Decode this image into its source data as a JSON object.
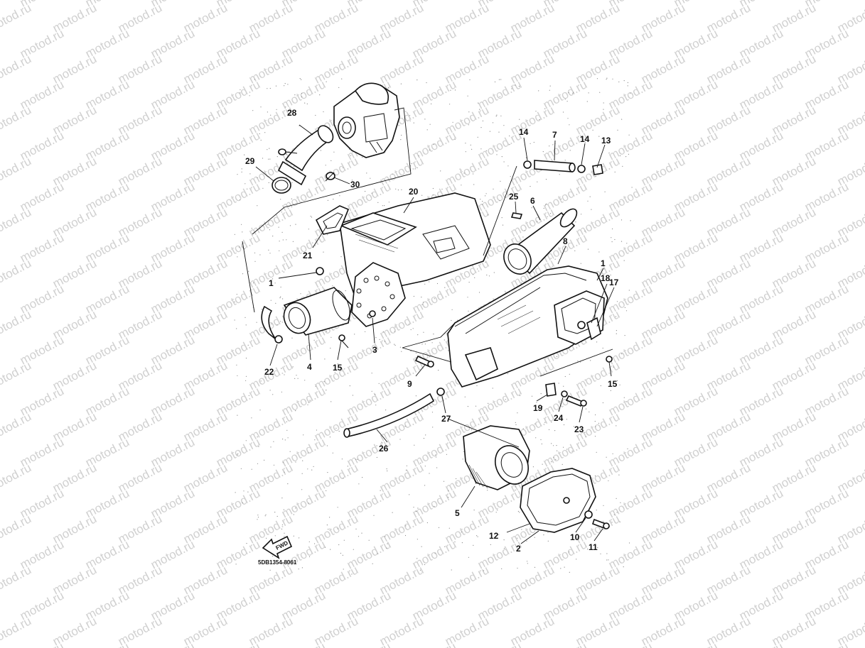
{
  "watermark": {
    "text": "motod.ru"
  },
  "diagram_code": "5DB1354-8061",
  "direction_label": "FWD",
  "labels": {
    "l1a": "1",
    "l1b": "1",
    "l2": "2",
    "l3": "3",
    "l4": "4",
    "l5": "5",
    "l6": "6",
    "l7": "7",
    "l8": "8",
    "l9": "9",
    "l10": "10",
    "l11": "11",
    "l12": "12",
    "l13": "13",
    "l14a": "14",
    "l14b": "14",
    "l15a": "15",
    "l15b": "15",
    "l17": "17",
    "l18": "18",
    "l19": "19",
    "l20": "20",
    "l21": "21",
    "l22": "22",
    "l23": "23",
    "l24": "24",
    "l25": "25",
    "l26": "26",
    "l27": "27",
    "l28": "28",
    "l29": "29",
    "l30": "30"
  },
  "colors": {
    "line": "#111111",
    "watermark": "#d0d0d0",
    "background": "#ffffff"
  }
}
